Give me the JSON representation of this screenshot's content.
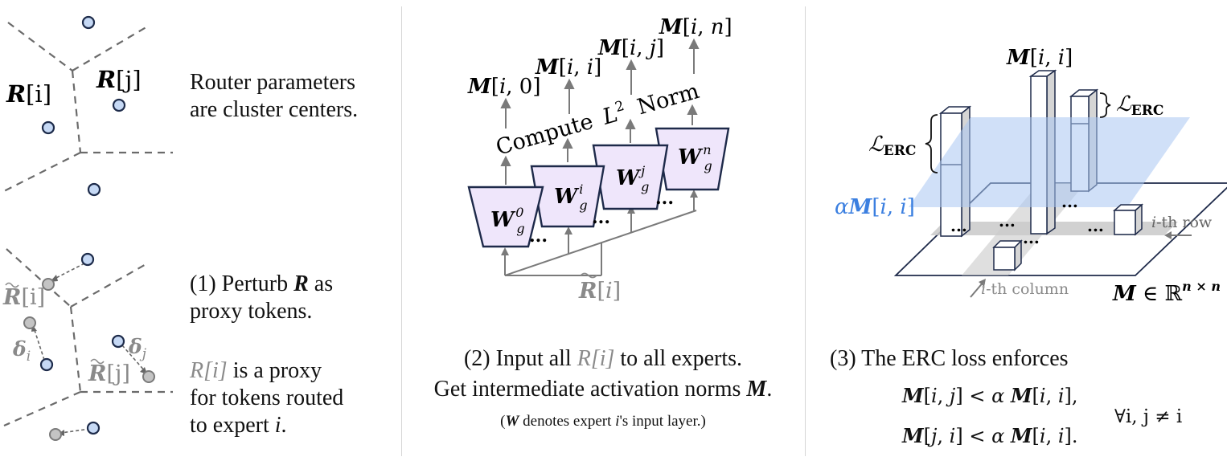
{
  "panel1": {
    "router_labels": {
      "ri": "R",
      "rj": "R",
      "idx_i": "[i]",
      "idx_j": "[j]"
    },
    "text_top": [
      "Router parameters",
      "are cluster centers."
    ],
    "text_mid": [
      "(1) Perturb ",
      "R",
      " as",
      "proxy tokens."
    ],
    "text_bottom": [
      "R[i]",
      " is a proxy",
      "for tokens routed",
      "to expert ",
      "i",
      "."
    ],
    "perturb_labels": {
      "ri_tilde": "R[i]",
      "rj_tilde": "R[j]",
      "delta_i": "δ",
      "delta_j": "δ",
      "sub_i": "i",
      "sub_j": "j"
    }
  },
  "panel2": {
    "outputs": [
      "M[i, 0]",
      "M[i, i]",
      "M[i, j]",
      "M[i, n]"
    ],
    "norm_label": [
      "Compute",
      "L",
      "2",
      "Norm"
    ],
    "experts": [
      {
        "base": "W",
        "sub": "g",
        "sup": "0"
      },
      {
        "base": "W",
        "sub": "g",
        "sup": "i"
      },
      {
        "base": "W",
        "sub": "g",
        "sup": "j"
      },
      {
        "base": "W",
        "sub": "g",
        "sup": "n"
      }
    ],
    "input_label": "R[i]",
    "ellipsis": "...",
    "caption_line1": [
      "(2) Input all ",
      "R[i]",
      " to all experts."
    ],
    "caption_line2": [
      "Get intermediate activation norms ",
      "M",
      "."
    ],
    "caption_line3": [
      "(",
      "W",
      " denotes expert ",
      "i",
      "'s input layer.)"
    ]
  },
  "panel3": {
    "top_label": "M[i, i]",
    "loss_label_left": "ℒ",
    "loss_label_right": "ℒ",
    "loss_sub": "ERC",
    "alpha_label": "αM[i, i]",
    "row_label": "i-th row",
    "col_label": "i-th column",
    "matrix_label": "M ∈ ℝ",
    "matrix_sup": "n × n",
    "ellipsis": "...",
    "caption_line1": "(3) The ERC loss enforces",
    "ineq1": "M[i, j] < α M[i, i],",
    "ineq2": "M[j, i] < α M[i, i].",
    "forall": "∀i, j ≠ i"
  },
  "colors": {
    "dot_blue": "#c6d9f5",
    "dot_gray": "#c4c4c4",
    "expert_fill": "#efe6fb",
    "expert_stroke": "#1e2a4a",
    "plane_blue": "#a9c6f2",
    "alpha_blue": "#3b7fe0",
    "shade": "#c9c9c9"
  }
}
